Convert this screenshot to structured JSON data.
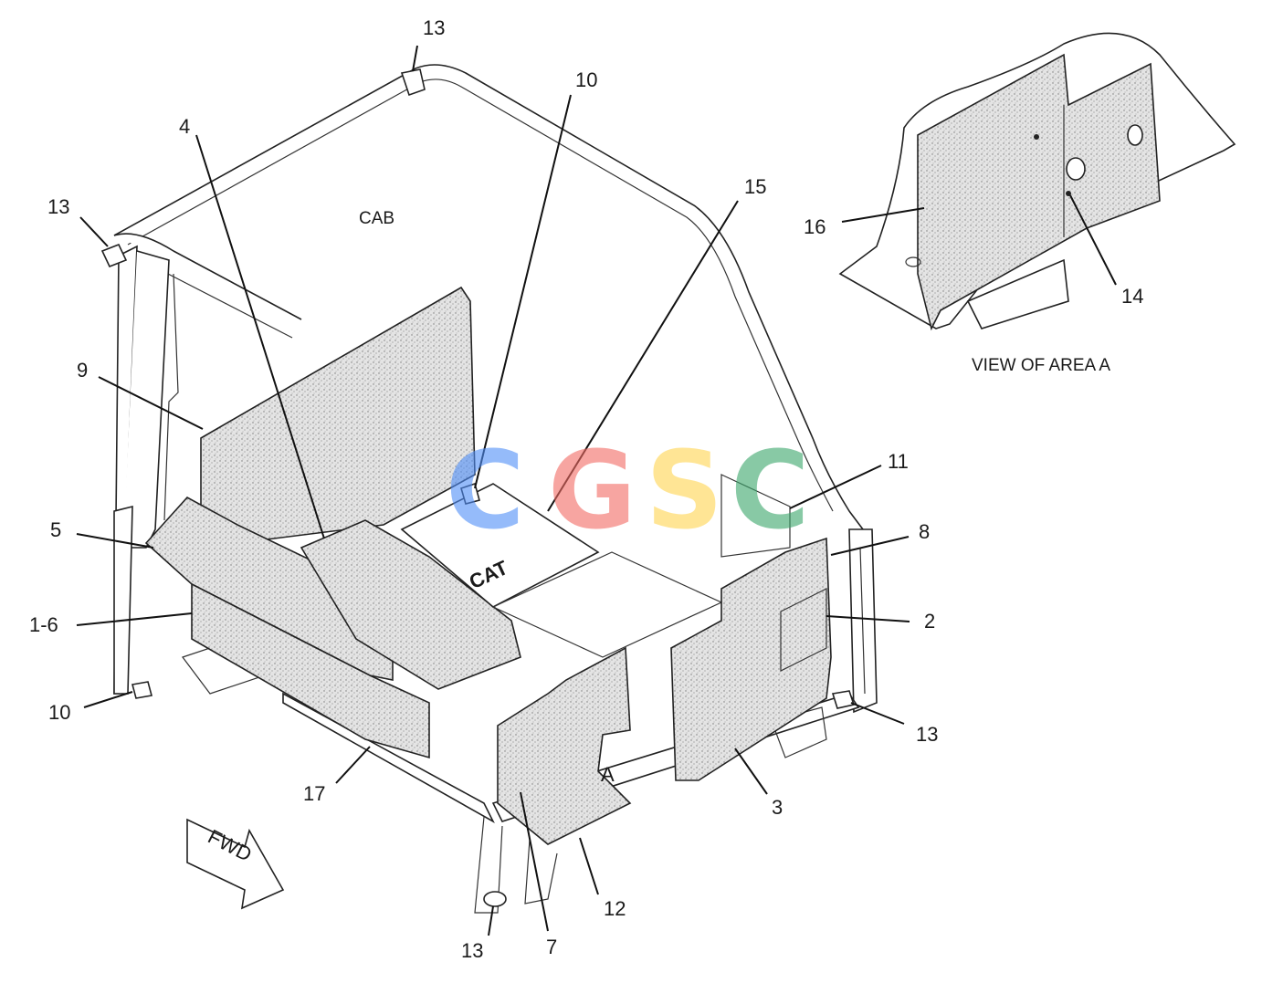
{
  "labels": {
    "cab": "CAB",
    "view_caption": "VIEW OF AREA  A",
    "area_marker": "A",
    "fwd": "FWD",
    "logo_text": "CAT",
    "callouts": {
      "c13_top": "13",
      "c13_left": "13",
      "c13_right": "13",
      "c13_bottom": "13",
      "c10_top": "10",
      "c10_left": "10",
      "c4": "4",
      "c15": "15",
      "c9": "9",
      "c5": "5",
      "c1_6": "1-6",
      "c17": "17",
      "c7": "7",
      "c12": "12",
      "c3": "3",
      "c2": "2",
      "c8": "8",
      "c11": "11",
      "c16": "16",
      "c14": "14"
    }
  },
  "watermark": {
    "letters": [
      "C",
      "G",
      "S",
      "C"
    ],
    "colors": [
      "#4f8ef7",
      "#f26b63",
      "#ffd54f",
      "#3aa66b"
    ]
  }
}
